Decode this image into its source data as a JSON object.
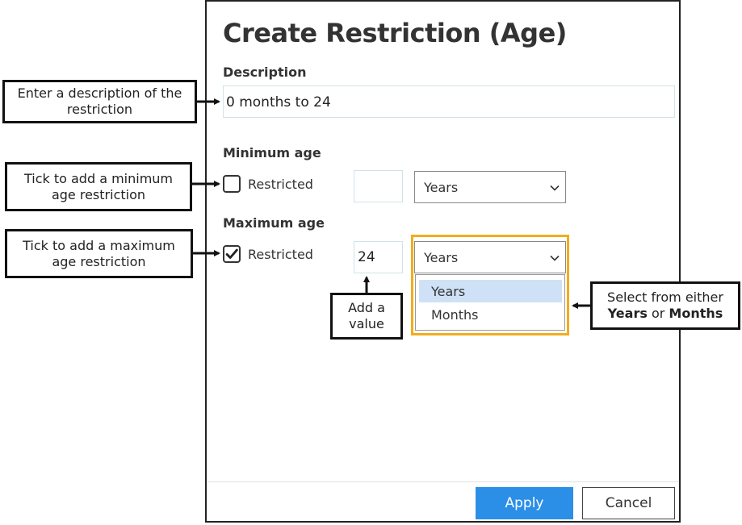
{
  "dialog": {
    "title": "Create Restriction (Age)",
    "description_label": "Description",
    "description_value": "0 months to 24",
    "min_label": "Minimum age",
    "min_checkbox_label": "Restricted",
    "min_checked": false,
    "min_value": "",
    "min_unit": "Years",
    "max_label": "Maximum age",
    "max_checkbox_label": "Restricted",
    "max_checked": true,
    "max_value": "24",
    "max_unit": "Years",
    "unit_options": [
      "Years",
      "Months"
    ],
    "unit_selected": "Years",
    "apply_label": "Apply",
    "cancel_label": "Cancel"
  },
  "callouts": {
    "description": [
      "Enter a description of the",
      "restriction"
    ],
    "min_age": [
      "Tick to add a minimum",
      "age restriction"
    ],
    "max_age": [
      "Tick to add a maximum",
      "age restriction"
    ],
    "value": [
      "Add a",
      "value"
    ],
    "unit_prefix": "Select from either",
    "unit_bold_1": "Years",
    "unit_or": "or",
    "unit_bold_2": "Months"
  },
  "colors": {
    "apply_button": "#2b8fe7",
    "highlight_border": "#f2ad1a",
    "selected_option": "#cfe1f7"
  }
}
